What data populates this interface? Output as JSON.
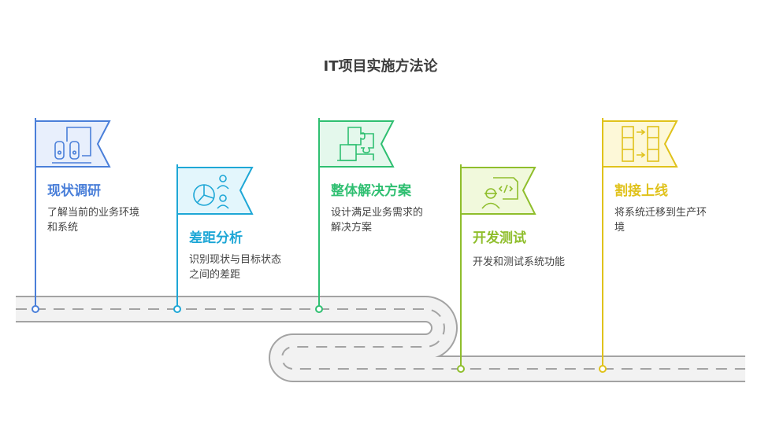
{
  "title": "IT项目实施方法论",
  "steps": [
    {
      "title": "现状调研",
      "desc_line1": "了解当前的业务环境",
      "desc_line2": "和系统",
      "color": "#4a7fd9",
      "fill": "#e8effc",
      "icon": "servers-icon"
    },
    {
      "title": "差距分析",
      "desc_line1": "识别现状与目标状态",
      "desc_line2": "之间的差距",
      "color": "#1ea7d6",
      "fill": "#e3f6fc",
      "icon": "pie-people-icon"
    },
    {
      "title": "整体解决方案",
      "desc_line1": "设计满足业务需求的",
      "desc_line2": "解决方案",
      "color": "#2fbf71",
      "fill": "#e4f8ec",
      "icon": "puzzle-icon"
    },
    {
      "title": "开发测试",
      "desc_line1": "开发和测试系统功能",
      "desc_line2": "",
      "color": "#8fbe2c",
      "fill": "#f1f9dc",
      "icon": "developer-icon"
    },
    {
      "title": "割接上线",
      "desc_line1": "将系统迁移到生产环",
      "desc_line2": "境",
      "color": "#e0c21b",
      "fill": "#fdf8d8",
      "icon": "migration-icon"
    }
  ]
}
